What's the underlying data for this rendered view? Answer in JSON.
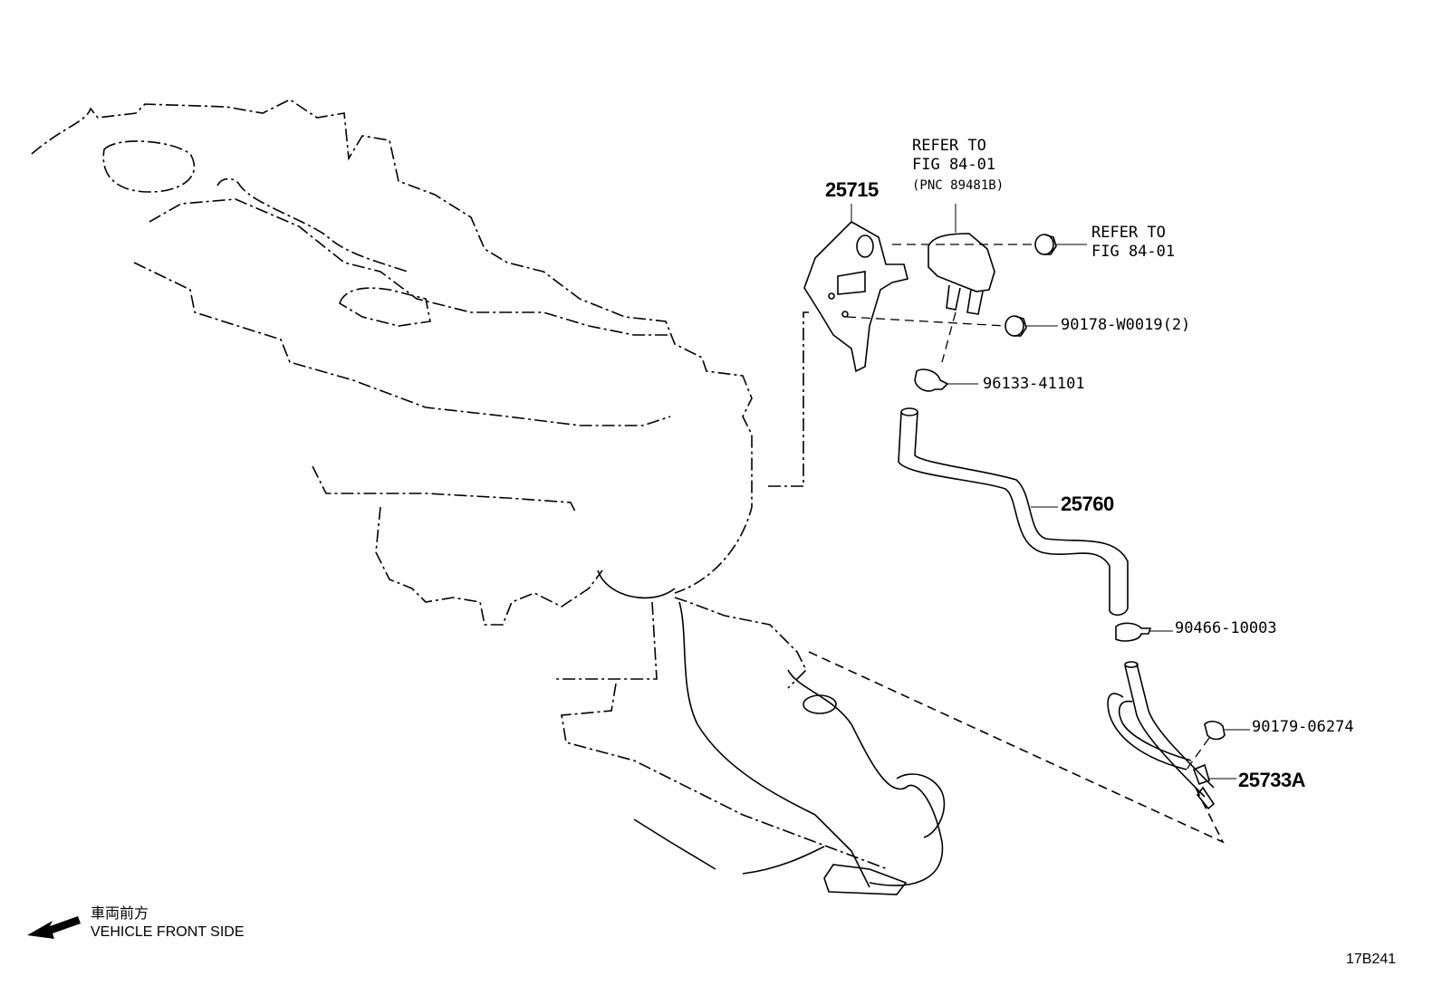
{
  "diagram": {
    "callouts": {
      "sensor_ref": {
        "line1": "REFER TO",
        "line2": "FIG 84-01",
        "line3": "(PNC 89481B)"
      },
      "bracket": "25715",
      "grommet_ref": {
        "line1": "REFER TO",
        "line2": "FIG 84-01"
      },
      "nut": "90178-W0019(2)",
      "clip_upper": "96133-41101",
      "hose": "25760",
      "clip_lower": "90466-10003",
      "clamp": "90179-06274",
      "pipe": "25733A"
    },
    "direction": {
      "japanese": "車両前方",
      "english": "VEHICLE FRONT SIDE",
      "icon": "arrow-left-down-icon"
    },
    "figure_id": "17B241"
  }
}
